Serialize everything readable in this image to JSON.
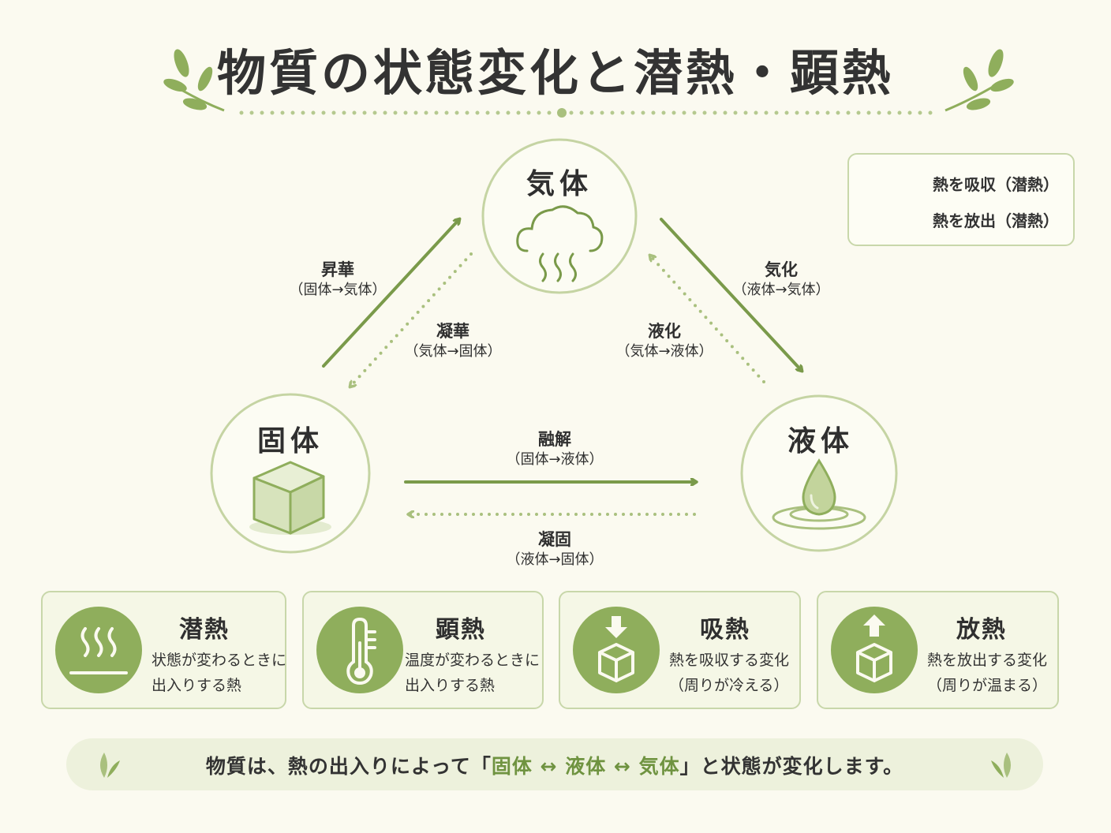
{
  "title": "物質の状態変化と潜熱・顕熱",
  "states": {
    "gas": "気体",
    "solid": "固体",
    "liquid": "液体"
  },
  "transitions": {
    "sublimation": {
      "name": "昇華",
      "sub": "（固体→気体）"
    },
    "deposition": {
      "name": "凝華",
      "sub": "（気体→固体）"
    },
    "vaporization": {
      "name": "気化",
      "sub": "（液体→気体）"
    },
    "condensation": {
      "name": "液化",
      "sub": "（気体→液体）"
    },
    "melting": {
      "name": "融解",
      "sub": "（固体→液体）"
    },
    "freezing": {
      "name": "凝固",
      "sub": "（液体→固体）"
    }
  },
  "legend": {
    "absorb": "熱を吸収（潜熱）",
    "release": "熱を放出（潜熱）"
  },
  "cards": [
    {
      "title": "潜熱",
      "line1": "状態が変わるときに",
      "line2": "出入りする熱",
      "icon": "steam-icon"
    },
    {
      "title": "顕熱",
      "line1": "温度が変わるときに",
      "line2": "出入りする熱",
      "icon": "thermometer-icon"
    },
    {
      "title": "吸熱",
      "line1": "熱を吸収する変化",
      "line2": "（周りが冷える）",
      "icon": "cube-arrow-down-icon"
    },
    {
      "title": "放熱",
      "line1": "熱を放出する変化",
      "line2": "（周りが温まる）",
      "icon": "cube-arrow-up-icon"
    }
  ],
  "footer": {
    "prefix": "物質は、熱の出入りによって「",
    "solid": "固体",
    "arrow1": " ↔ ",
    "liquid": "液体",
    "arrow2": " ↔ ",
    "gas": "気体",
    "suffix": "」と状態が変化します。"
  },
  "colors": {
    "accent": "#7a9a4a",
    "light": "#a9c07e",
    "circle": "#c5d4a3",
    "background": "#fbfaf0"
  }
}
